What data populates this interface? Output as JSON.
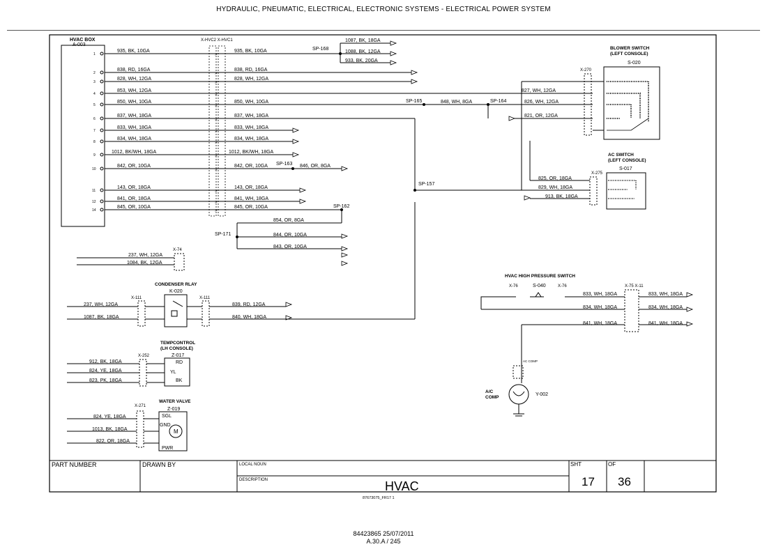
{
  "page_header": "HYDRAULIC, PNEUMATIC, ELECTRICAL, ELECTRONIC SYSTEMS - ELECTRICAL POWER SYSTEM",
  "components": {
    "hvac_box": {
      "title": "HVAC BOX",
      "id": "A-003"
    },
    "connector_hvc": "X-HVC2 X-HVC1",
    "blower_switch": {
      "title1": "BLOWER SWITCH",
      "title2": "(LEFT CONSOLE)",
      "id": "S-020",
      "conn": "X-270"
    },
    "ac_switch": {
      "title1": "AC SWITCH",
      "title2": "(LEFT CONSOLE)",
      "id": "S-017",
      "conn": "X-275"
    },
    "condenser_relay": {
      "title": "CONDENSER RLAY",
      "id": "K-020"
    },
    "tempcontrol": {
      "title1": "TEMPCONTROL",
      "title2": "(LH CONSOLE)",
      "id": "Z-017",
      "conn": "X-252",
      "pins": [
        "RD",
        "YL",
        "BK"
      ]
    },
    "water_valve": {
      "title": "WATER VALVE",
      "id": "Z-019",
      "conn": "X-271",
      "pins": [
        "SGL",
        "GND",
        "PWR"
      ]
    },
    "hp_switch": {
      "title": "HVAC HIGH PRESSURE SWITCH",
      "id": "S-040",
      "conn_left": "X-76",
      "conn_right": "X-76",
      "conn_out": "X-75 X-11"
    },
    "ac_comp": {
      "label1": "A/C",
      "label2": "COMP",
      "id": "Y-002",
      "tag": "AC COMP"
    },
    "x74": "X-74",
    "x111": "X-111"
  },
  "splices": [
    "SP-168",
    "SP-165",
    "SP-164",
    "SP-163",
    "SP-157",
    "SP-162",
    "SP-171"
  ],
  "wires_main": [
    {
      "pin": "1",
      "label": "935, BK, 10GA",
      "label2": "935, BK, 10GA"
    },
    {
      "pin": "2",
      "label": "838, RD, 16GA",
      "label2": "838, RD, 16GA"
    },
    {
      "pin": "3",
      "label": "828, WH, 12GA",
      "label2": "828, WH, 12GA"
    },
    {
      "pin": "4",
      "label": "853, WH, 12GA",
      "label2": ""
    },
    {
      "pin": "5",
      "label": "850, WH, 10GA",
      "label2": "850, WH, 10GA"
    },
    {
      "pin": "6",
      "label": "837, WH, 18GA",
      "label2": "837, WH, 18GA"
    },
    {
      "pin": "7",
      "label": "833, WH, 18GA",
      "label2": "833, WH, 18GA"
    },
    {
      "pin": "8",
      "label": "834, WH, 18GA",
      "label2": "834, WH, 18GA"
    },
    {
      "pin": "9",
      "label": "1012, BK/WH, 18GA",
      "label2": "1012, BK/WH, 18GA"
    },
    {
      "pin": "10",
      "label": "842, OR, 10GA",
      "label2": "842, OR, 10GA"
    },
    {
      "pin": "11",
      "label": "143, OR, 18GA",
      "label2": "143, OR, 18GA"
    },
    {
      "pin": "12",
      "label": "841, OR, 18GA",
      "label2": "841, WH, 18GA"
    },
    {
      "pin": "14",
      "label": "845, OR, 10GA",
      "label2": "845, OR, 10GA"
    }
  ],
  "wires_sp168": [
    "1087, BK, 18GA",
    "1088, BK, 12GA",
    "933, BK, 20GA"
  ],
  "wires_other": {
    "w827": "827, WH, 12GA",
    "w848": "848, WH, 8GA",
    "w826": "826, WH, 12GA",
    "w821": "821, OR, 12GA",
    "w846": "846, OR, 8GA",
    "w825": "825, OR, 18GA",
    "w829": "829, WH, 18GA",
    "w913": "913, BK, 18GA",
    "w854": "854, OR, 8GA",
    "w844": "844, OR, 10GA",
    "w843": "843, OR, 10GA",
    "w237": "237, WH, 12GA",
    "w1084": "1084, BK, 12GA",
    "w237b": "237, WH, 12GA",
    "w1087b": "1087, BK, 18GA",
    "w839": "839, RD, 12GA",
    "w840": "840, WH, 18GA",
    "w912": "912, BK, 18GA",
    "w824": "824, YE, 18GA",
    "w823": "823, PK, 18GA",
    "w824b": "824, YE, 18GA",
    "w1013": "1013, BK, 18GA",
    "w822": "822, OR, 18GA",
    "w833a": "833, WH, 18GA",
    "w833b": "833, WH, 18GA",
    "w834a": "834, WH, 18GA",
    "w834b": "834, WH, 18GA",
    "w841a": "841, WH, 18GA",
    "w841b": "841, WH, 18GA"
  },
  "title_block": {
    "part_number": "PART NUMBER",
    "drawn_by": "DRAWN BY",
    "local_noun": "LOCAL NOUN",
    "description": "DESCRIPTION",
    "desc_value": "HVAC",
    "sht_label": "SHT",
    "of_label": "OF",
    "sheet": "17",
    "of": "36"
  },
  "drawing_ref": "87673075_FR17    1",
  "footer_line1": "84423865 25/07/2011",
  "footer_line2": "A.30.A / 245"
}
